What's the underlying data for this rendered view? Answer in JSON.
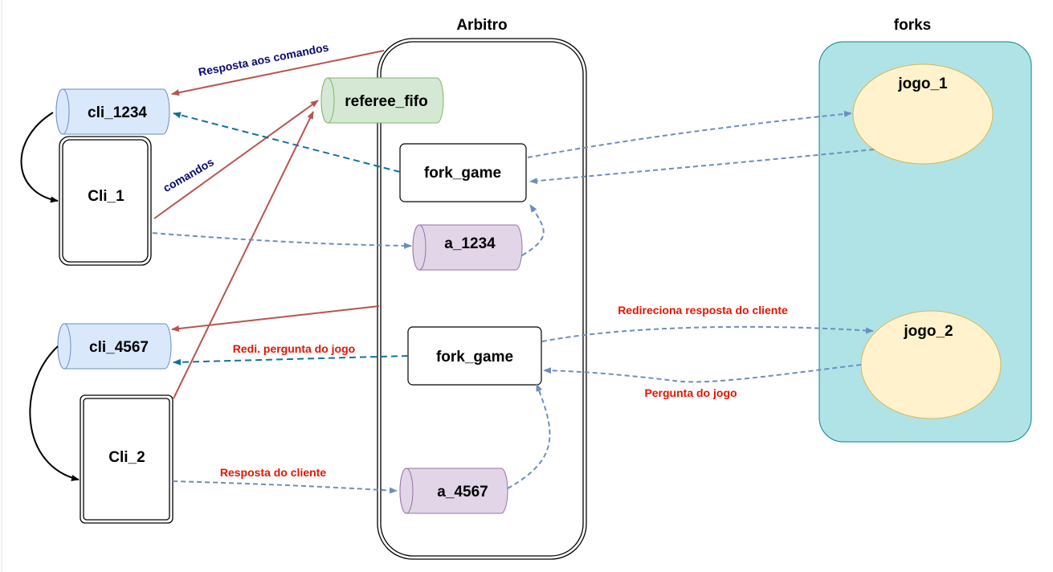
{
  "containers": {
    "arbitro": {
      "title": "Arbitro"
    },
    "forks": {
      "title": "forks"
    }
  },
  "nodes": {
    "cli_1234": "cli_1234",
    "cli_4567": "cli_4567",
    "cli_1": "Cli_1",
    "cli_2": "Cli_2",
    "referee_fifo": "referee_fifo",
    "fork_game_1": "fork_game",
    "fork_game_2": "fork_game",
    "a_1234": "a_1234",
    "a_4567": "a_4567",
    "jogo_1": "jogo_1",
    "jogo_2": "jogo_2"
  },
  "edge_labels": {
    "resposta_aos_comandos": "Resposta aos comandos",
    "comandos": "comandos",
    "redireciona_resposta": "Redireciona resposta do cliente",
    "redi_pergunta": "Redi. pergunta do jogo",
    "pergunta_do_jogo": "Pergunta do jogo",
    "resposta_do_cliente": "Resposta do cliente"
  },
  "colors": {
    "red_edge": "#b85450",
    "dashed_blue": "#6c8ebf",
    "dashed_teal": "#10739e",
    "label_navy": "#0a0a6e",
    "label_red": "#e51400",
    "blue_fill": "#dae8fc",
    "green_fill": "#d5e8d4",
    "purple_fill": "#e1d5e7",
    "yellow_fill": "#fff2cc",
    "teal_fill": "#b0e3e6"
  }
}
